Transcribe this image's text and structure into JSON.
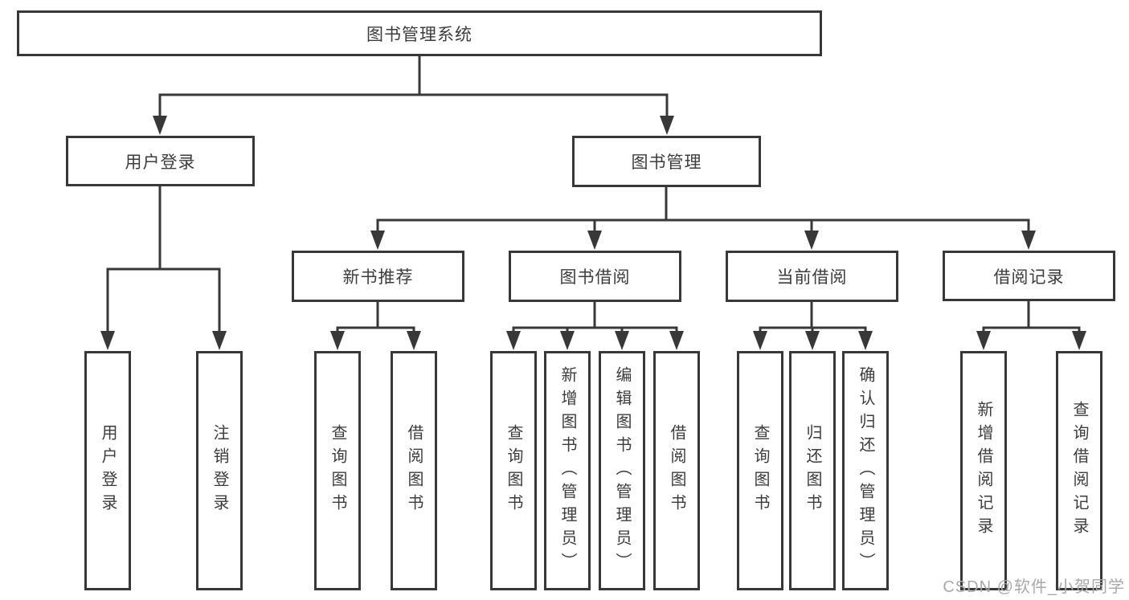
{
  "diagram": {
    "root": "图书管理系统",
    "login_branch": {
      "label": "用户登录",
      "children": [
        {
          "label": "用户登录"
        },
        {
          "label": "注销登录"
        }
      ]
    },
    "management_branch": {
      "label": "图书管理",
      "groups": [
        {
          "label": "新书推荐",
          "children": [
            {
              "label": "查询图书"
            },
            {
              "label": "借阅图书"
            }
          ]
        },
        {
          "label": "图书借阅",
          "children": [
            {
              "label": "查询图书"
            },
            {
              "label": "新增图书（管理员）"
            },
            {
              "label": "编辑图书（管理员）"
            },
            {
              "label": "借阅图书"
            }
          ]
        },
        {
          "label": "当前借阅",
          "children": [
            {
              "label": "查询图书"
            },
            {
              "label": "归还图书"
            },
            {
              "label": "确认归还（管理员）"
            }
          ]
        },
        {
          "label": "借阅记录",
          "children": [
            {
              "label": "新增借阅记录"
            },
            {
              "label": "查询借阅记录"
            }
          ]
        }
      ]
    }
  },
  "watermark": "CSDN @软件_小贺同学",
  "colors": {
    "line": "#383838",
    "text": "#3c3c3c",
    "background": "#ffffff",
    "watermark": "#a9a9a9"
  }
}
